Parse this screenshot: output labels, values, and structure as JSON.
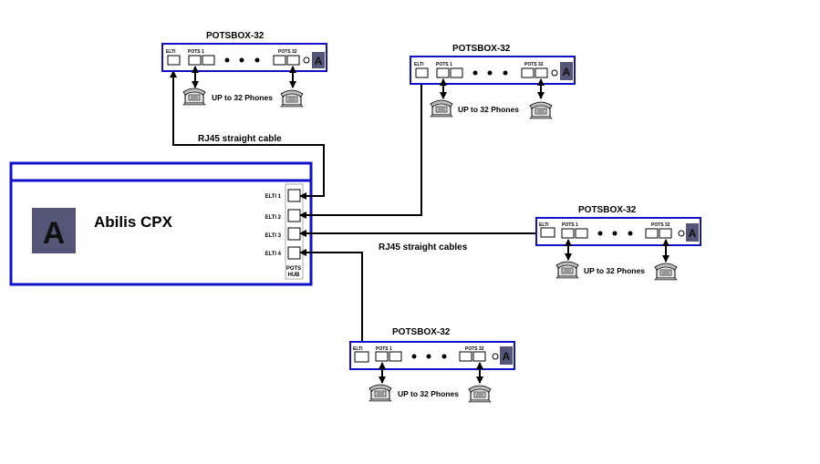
{
  "cpx": {
    "name": "Abilis CPX",
    "logo_letter": "A",
    "ports": [
      "ELTI 1",
      "ELTI 2",
      "ELTI 3",
      "ELTI 4"
    ],
    "hub_label_line1": "POTS",
    "hub_label_line2": "HUB"
  },
  "cable_labels": {
    "single": "RJ45 straight cable",
    "multiple": "RJ45 straight cables"
  },
  "potsbox": {
    "title": "POTSBOX-32",
    "elti_label": "ELTI",
    "pots1_label": "POTS 1",
    "pots32_label": "POTS 32",
    "logo_letter": "A",
    "phones_label": "UP to 32 Phones"
  },
  "colors": {
    "frame": "#1111cc",
    "logo_bg": "#555577",
    "line": "#000000"
  }
}
